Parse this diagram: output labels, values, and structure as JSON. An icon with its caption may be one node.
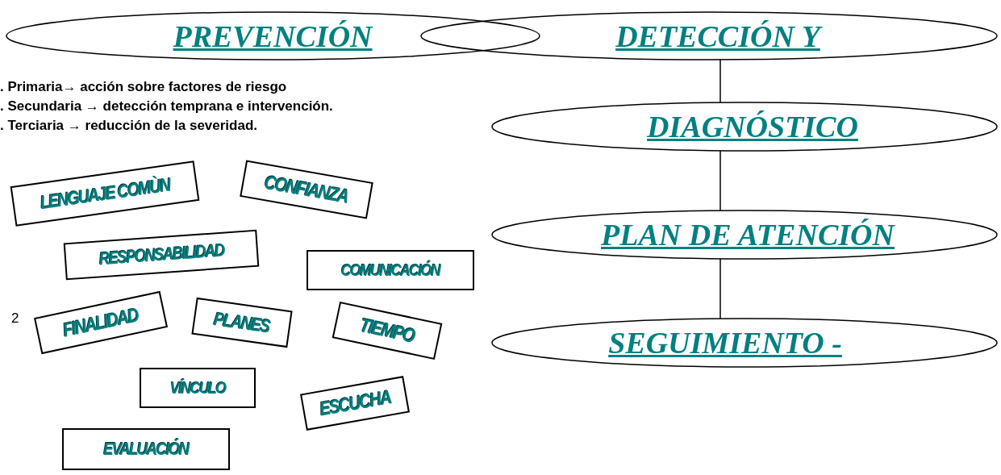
{
  "diagram": {
    "nodes": [
      {
        "text": [
          "PREVENCIÓN"
        ]
      },
      {
        "text": [
          "DETECCIÓN Y"
        ]
      },
      {
        "text": [
          "DIAGNÓSTICO"
        ]
      },
      {
        "text": [
          "PLAN DE ATENCIÓN"
        ]
      },
      {
        "text": [
          "SEGUIMIENTO -"
        ]
      },
      {
        "text": [
          "LENGUAJE COMÙN"
        ]
      },
      {
        "text": [
          "CONFIANZA"
        ]
      },
      {
        "text": [
          "RESPONSABILIDAD"
        ]
      },
      {
        "text": [
          "COMUNICACIÓN"
        ]
      },
      {
        "text": [
          "FINALIDAD"
        ]
      },
      {
        "text": [
          "PLANES"
        ]
      },
      {
        "text": [
          "TIEMPO"
        ]
      },
      {
        "text": [
          "VÍNCULO"
        ]
      },
      {
        "text": [
          "ESCUCHA"
        ]
      },
      {
        "text": [
          "EVALUACIÓN"
        ]
      }
    ],
    "edges": [
      {
        "from": 1,
        "to": 2,
        "arrow": "none"
      },
      {
        "from": 2,
        "to": 3,
        "arrow": "none"
      },
      {
        "from": 3,
        "to": 4,
        "arrow": "none"
      }
    ],
    "labels": [
      ". Primaria→ acción sobre factores de riesgo",
      ". Secundaria → detección temprana e intervención.",
      ". Terciaria → reducción de la severidad.",
      "2"
    ]
  }
}
